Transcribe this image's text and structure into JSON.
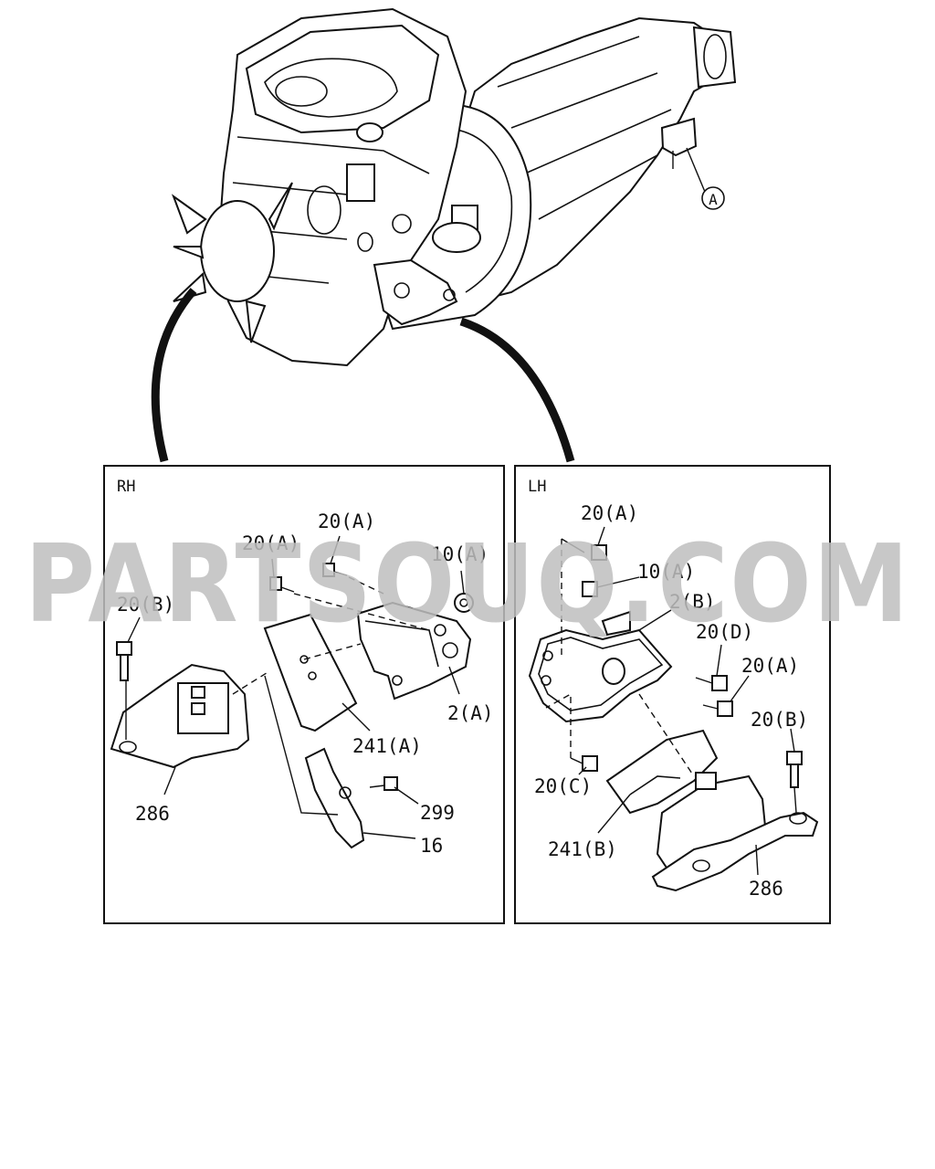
{
  "watermark": "PARTSOUQ.COM",
  "overview": {
    "callout_a": "A"
  },
  "panels": {
    "rh": {
      "title": "RH",
      "labels": {
        "bolt_20a_left": "20(A)",
        "bolt_20a_right": "20(A)",
        "nut_10a": "10(A)",
        "bolt_20b": "20(B)",
        "bracket_2a": "2(A)",
        "bracket_241a": "241(A)",
        "mount_286": "286",
        "bolt_299": "299",
        "part_16": "16"
      }
    },
    "lh": {
      "title": "LH",
      "labels": {
        "bolt_20a_top": "20(A)",
        "nut_10a": "10(A)",
        "bracket_2b": "2(B)",
        "bolt_20d": "20(D)",
        "bolt_20a_mid": "20(A)",
        "bolt_20b": "20(B)",
        "bolt_20c": "20(C)",
        "bracket_241b": "241(B)",
        "mount_286": "286"
      }
    }
  }
}
